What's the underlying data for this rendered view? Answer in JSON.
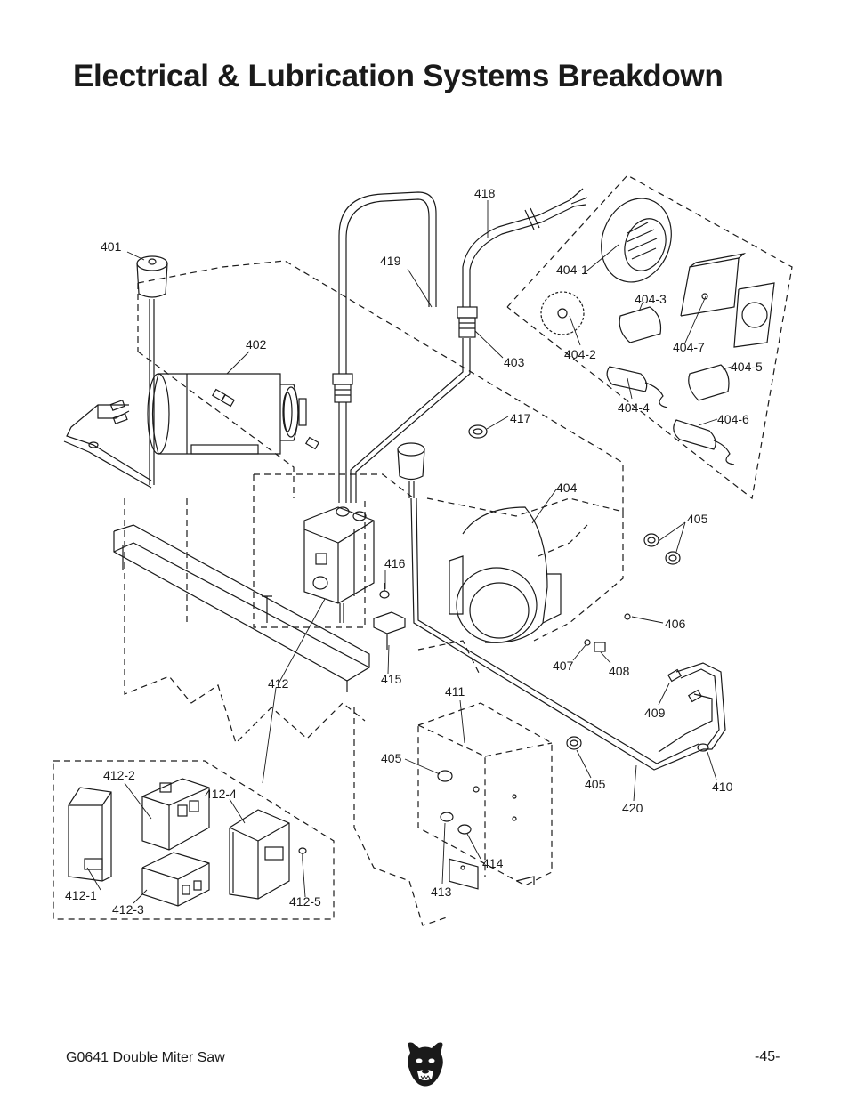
{
  "page_title": "Electrical & Lubrication Systems Breakdown",
  "footer": {
    "manual_name": "G0641 Double Miter Saw",
    "page_number": "-45-"
  },
  "parts": {
    "p401": "401",
    "p402": "402",
    "p403": "403",
    "p404": "404",
    "p404_1": "404-1",
    "p404_2": "404-2",
    "p404_3": "404-3",
    "p404_4": "404-4",
    "p404_5": "404-5",
    "p404_6": "404-6",
    "p404_7": "404-7",
    "p405a": "405",
    "p405b": "405",
    "p405c": "405",
    "p406": "406",
    "p407": "407",
    "p408": "408",
    "p409": "409",
    "p410": "410",
    "p411": "411",
    "p412": "412",
    "p412_1": "412-1",
    "p412_2": "412-2",
    "p412_3": "412-3",
    "p412_4": "412-4",
    "p412_5": "412-5",
    "p413": "413",
    "p414": "414",
    "p415": "415",
    "p416": "416",
    "p417": "417",
    "p418": "418",
    "p419": "419",
    "p420": "420"
  },
  "icons": {
    "logo": "bear-head-logo-icon"
  },
  "colors": {
    "ink": "#1a1a1a",
    "background": "#ffffff"
  }
}
